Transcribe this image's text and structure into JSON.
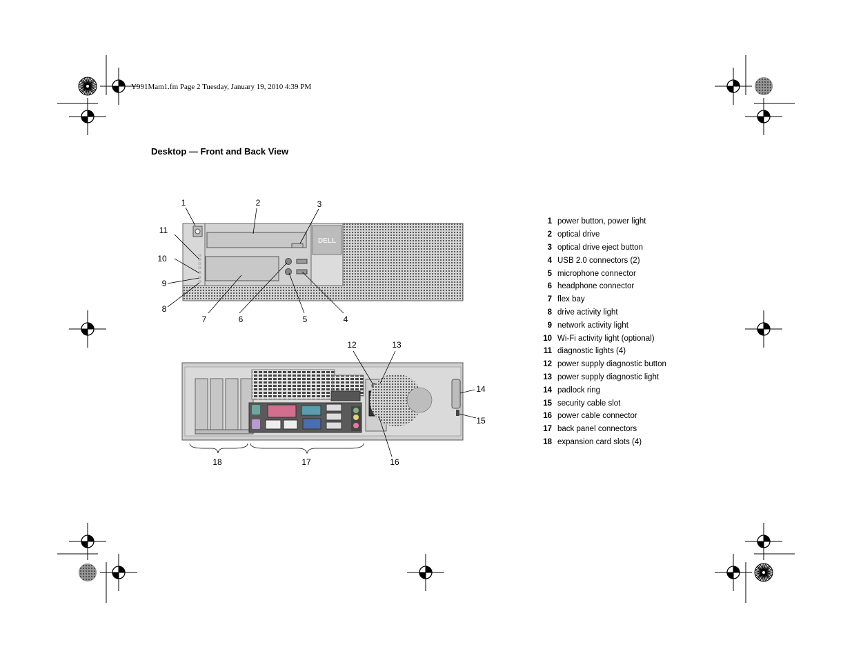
{
  "header": {
    "file_info": "Y991Mam1.fm  Page 2  Tuesday, January 19, 2010  4:39 PM"
  },
  "section": {
    "title": "Desktop — Front and Back View"
  },
  "front_view": {
    "brand_logo": "DELL",
    "callouts": [
      "1",
      "2",
      "3",
      "4",
      "5",
      "6",
      "7",
      "8",
      "9",
      "10",
      "11"
    ]
  },
  "back_view": {
    "callouts": [
      "12",
      "13",
      "14",
      "15",
      "16",
      "17",
      "18"
    ]
  },
  "legend": [
    {
      "num": "1",
      "label": "power button, power light"
    },
    {
      "num": "2",
      "label": "optical drive"
    },
    {
      "num": "3",
      "label": "optical drive eject button"
    },
    {
      "num": "4",
      "label": "USB 2.0 connectors (2)"
    },
    {
      "num": "5",
      "label": "microphone connector"
    },
    {
      "num": "6",
      "label": "headphone connector"
    },
    {
      "num": "7",
      "label": "flex bay"
    },
    {
      "num": "8",
      "label": "drive activity light"
    },
    {
      "num": "9",
      "label": "network activity light"
    },
    {
      "num": "10",
      "label": "Wi-Fi activity light (optional)"
    },
    {
      "num": "11",
      "label": "diagnostic lights (4)"
    },
    {
      "num": "12",
      "label": "power supply diagnostic button"
    },
    {
      "num": "13",
      "label": "power supply diagnostic light"
    },
    {
      "num": "14",
      "label": "padlock ring"
    },
    {
      "num": "15",
      "label": "security cable slot"
    },
    {
      "num": "16",
      "label": "power cable connector"
    },
    {
      "num": "17",
      "label": "back panel connectors"
    },
    {
      "num": "18",
      "label": "expansion card slots (4)"
    }
  ]
}
